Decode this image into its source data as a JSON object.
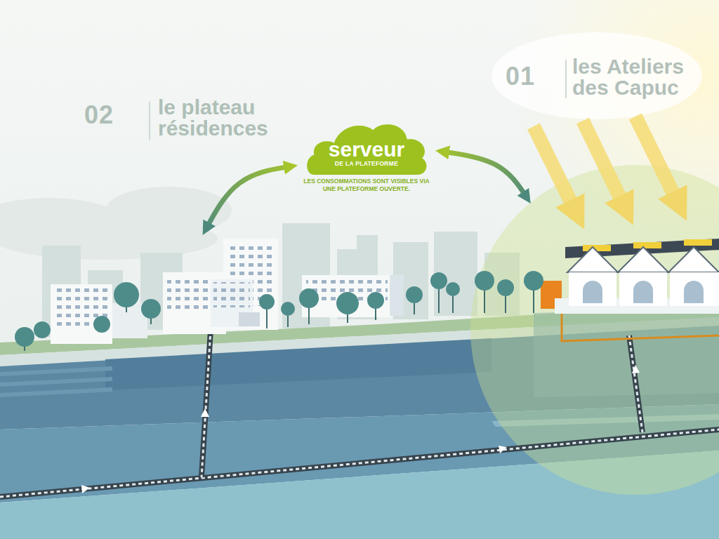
{
  "diagram": {
    "nodes": [
      {
        "text": [
          "serveur",
          "DE LA PLATEFORME",
          "LES CONSOMMATIONS SONT VISIBLES VIA UNE PLATEFORME OUVERTE."
        ]
      },
      {
        "text": [
          "02",
          "le plateau résidences"
        ]
      },
      {
        "text": [
          "01",
          "les Ateliers des Capuc"
        ]
      }
    ],
    "edges": [
      {
        "from": 0,
        "to": 1,
        "arrow": "both"
      },
      {
        "from": 0,
        "to": 2,
        "arrow": "both"
      }
    ]
  }
}
